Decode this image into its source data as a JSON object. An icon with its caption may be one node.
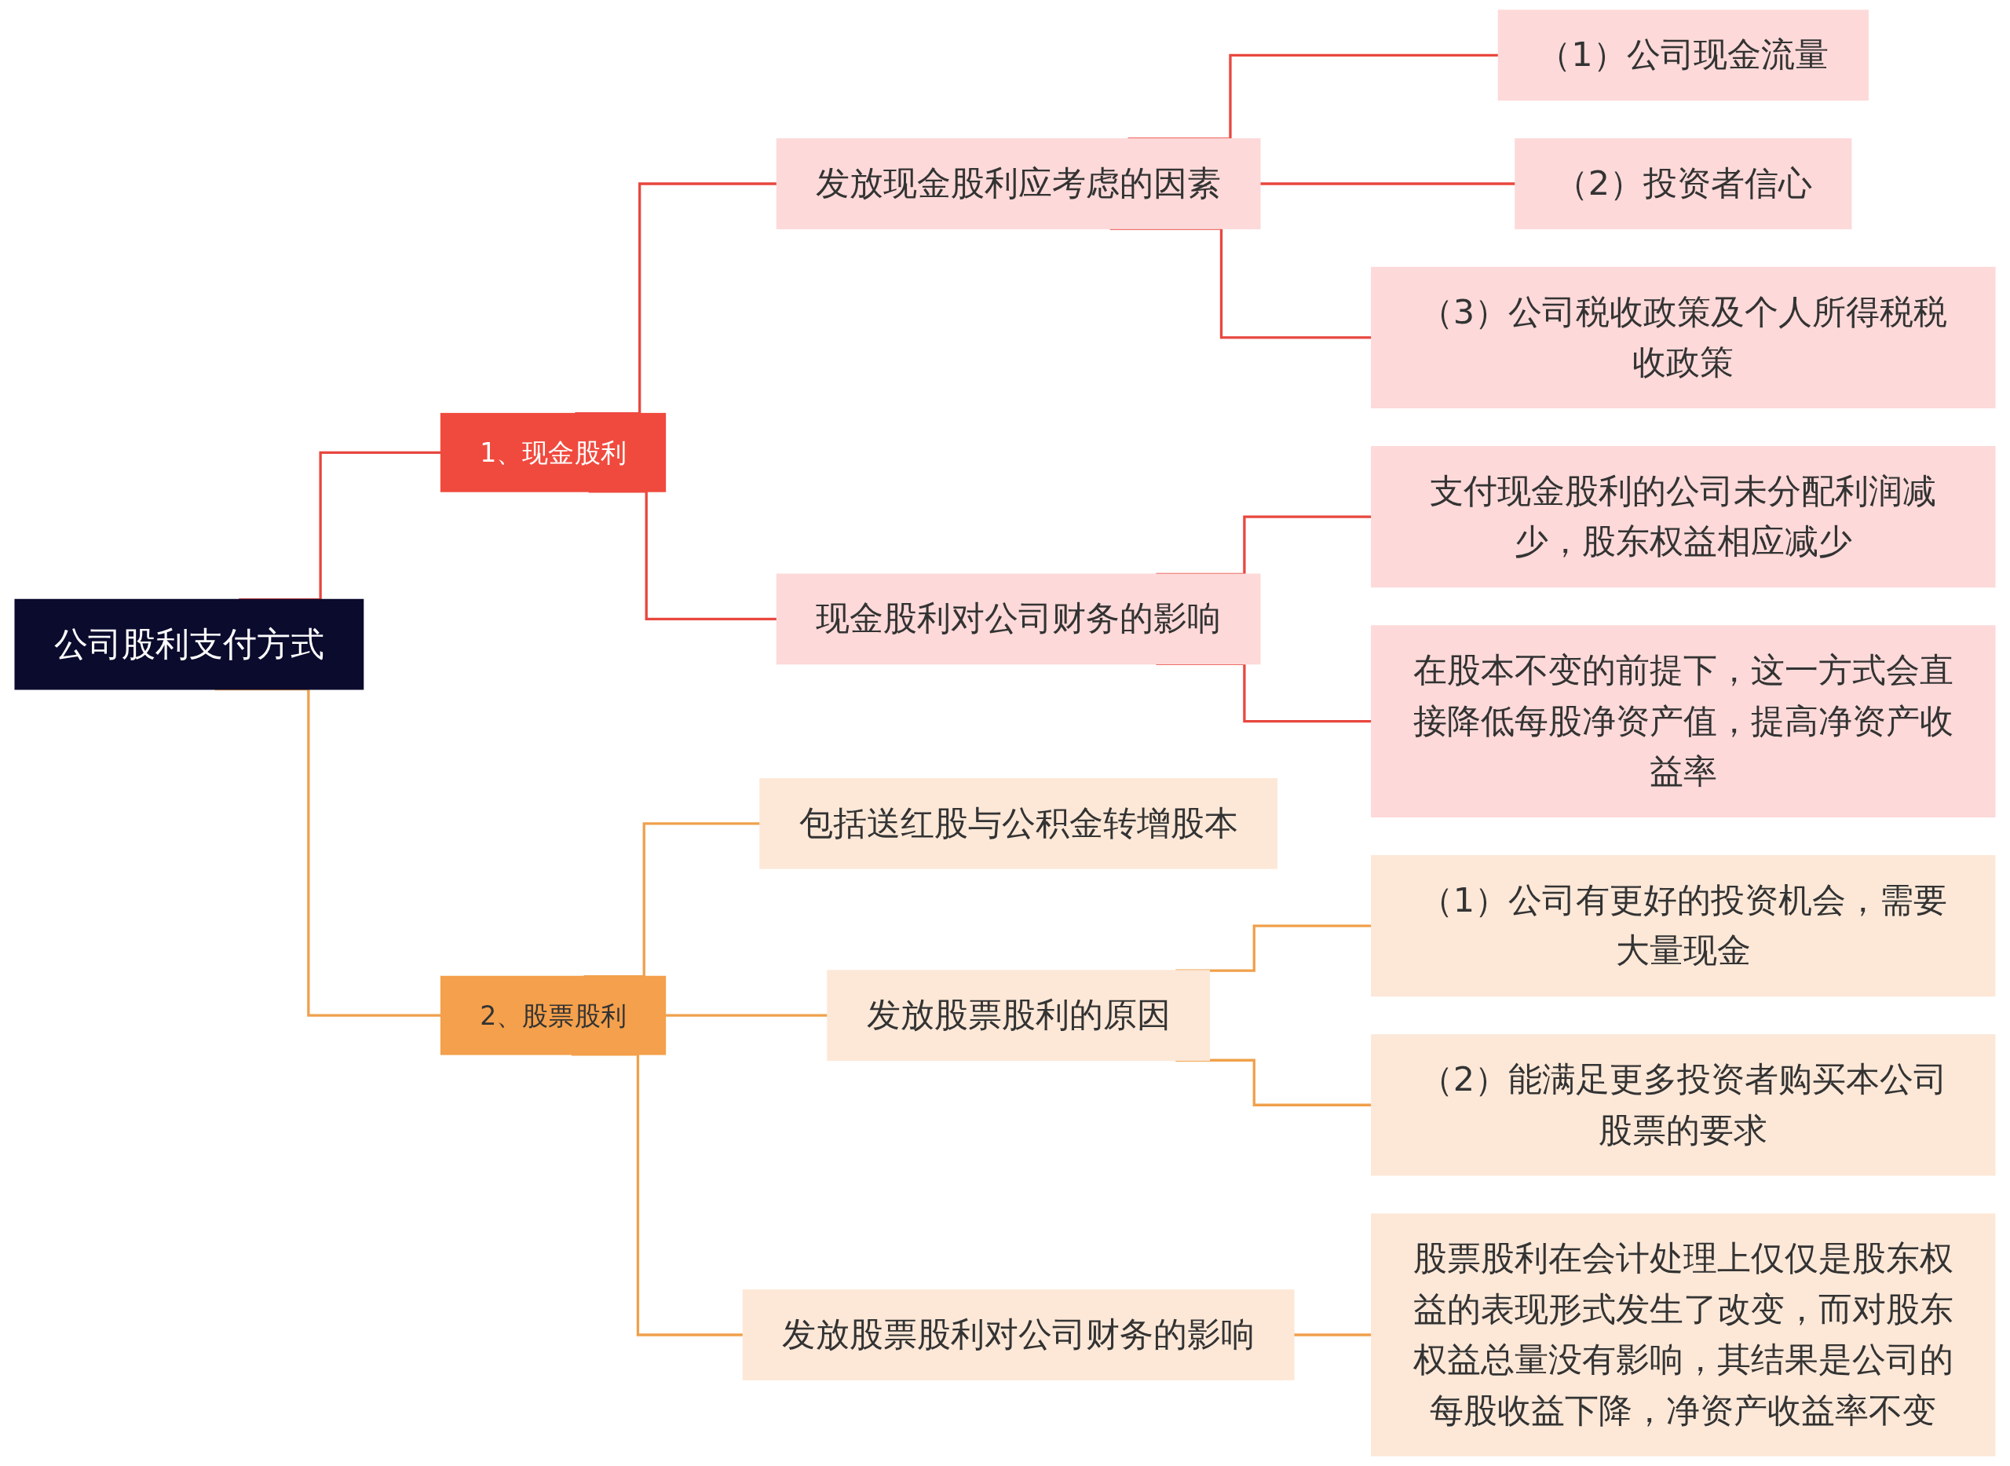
{
  "diagram": {
    "nodes": [
      {
        "text": [
          "公司股利支付方式"
        ]
      },
      {
        "text": [
          "1、现金股利"
        ]
      },
      {
        "text": [
          "发放现金股利应考虑的因素"
        ]
      },
      {
        "text": [
          "（1）公司现金流量"
        ]
      },
      {
        "text": [
          "（2）投资者信心"
        ]
      },
      {
        "text": [
          "（3）公司税收政策及个人所得税税收政策"
        ]
      },
      {
        "text": [
          "现金股利对公司财务的影响"
        ]
      },
      {
        "text": [
          "支付现金股利的公司未分配利润减少，股东权益相应减少"
        ]
      },
      {
        "text": [
          "在股本不变的前提下，这一方式会直接降低每股净资产值，提高净资产收益率"
        ]
      },
      {
        "text": [
          "2、股票股利"
        ]
      },
      {
        "text": [
          "包括送红股与公积金转增股本"
        ]
      },
      {
        "text": [
          "发放股票股利的原因"
        ]
      },
      {
        "text": [
          "（1）公司有更好的投资机会，需要大量现金"
        ]
      },
      {
        "text": [
          "（2）能满足更多投资者购买本公司股票的要求"
        ]
      },
      {
        "text": [
          "发放股票股利对公司财务的影响"
        ]
      },
      {
        "text": [
          "股票股利在会计处理上仅仅是股东权益的表现形式发生了改变，而对股东权益总量没有影响，其结果是公司的每股收益下降，净资产收益率不变"
        ]
      }
    ],
    "edges": [
      {
        "from": 0,
        "to": 1,
        "arrow": "none"
      },
      {
        "from": 1,
        "to": 2,
        "arrow": "none"
      },
      {
        "from": 2,
        "to": 3,
        "arrow": "none"
      },
      {
        "from": 2,
        "to": 4,
        "arrow": "none"
      },
      {
        "from": 2,
        "to": 5,
        "arrow": "none"
      },
      {
        "from": 1,
        "to": 6,
        "arrow": "none"
      },
      {
        "from": 6,
        "to": 7,
        "arrow": "none"
      },
      {
        "from": 6,
        "to": 8,
        "arrow": "none"
      },
      {
        "from": 0,
        "to": 9,
        "arrow": "none",
        "color": "#f0a04b"
      },
      {
        "from": 9,
        "to": 10,
        "arrow": "none",
        "color": "#f0a04b"
      },
      {
        "from": 9,
        "to": 11,
        "arrow": "none",
        "color": "#f0a04b"
      },
      {
        "from": 11,
        "to": 12,
        "arrow": "none",
        "color": "#f0a04b"
      },
      {
        "from": 11,
        "to": 13,
        "arrow": "none",
        "color": "#f0a04b"
      },
      {
        "from": 9,
        "to": 14,
        "arrow": "none",
        "color": "#f0a04b"
      },
      {
        "from": 14,
        "to": 15,
        "arrow": "none",
        "color": "#f0a04b"
      }
    ]
  }
}
